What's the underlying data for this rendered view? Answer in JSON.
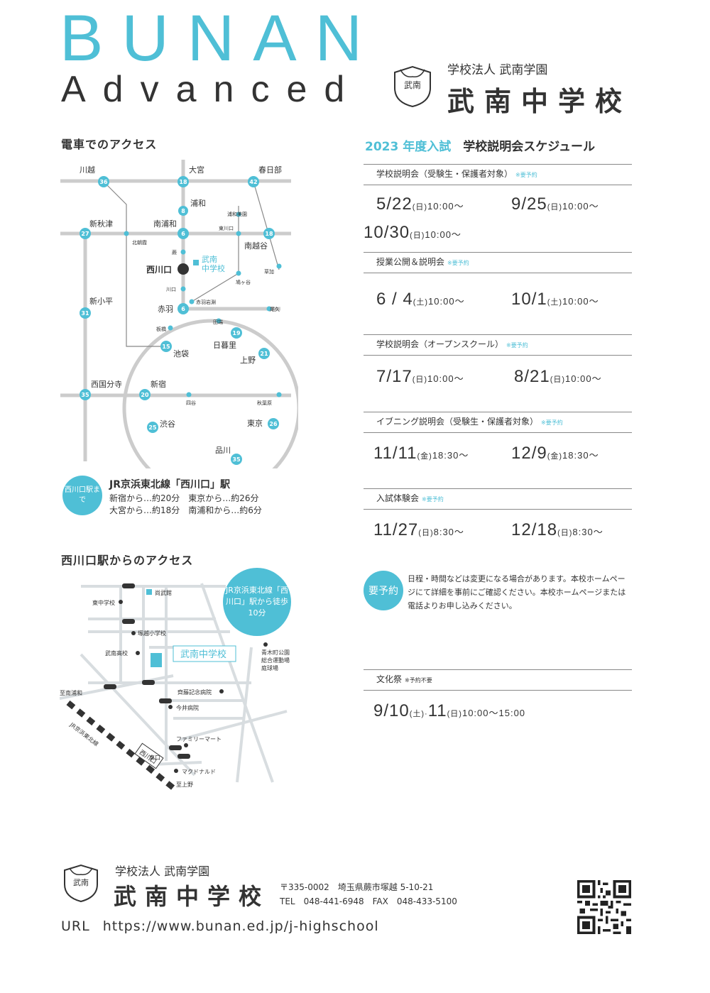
{
  "brand": {
    "line1": "BUNAN",
    "line2": "Advanced",
    "color": "#4fbfd6"
  },
  "school": {
    "sub": "学校法人 武南学園",
    "name": "武南中学校",
    "emblem": "武南"
  },
  "access": {
    "train_title": "電車でのアクセス",
    "stations": {
      "kawagoe": "川越",
      "omiya": "大宮",
      "kasukabe": "春日部",
      "urawa": "浦和",
      "urawamisono": "浦和美園",
      "shinakitsu": "新秋津",
      "kitaasaka": "北朝霞",
      "minamiurawa": "南浦和",
      "higashikawaguchi": "東川口",
      "minamikoshigaya": "南越谷",
      "warabi": "蕨",
      "school1": "武南",
      "school2": "中学校",
      "nishikawaguchi": "西川口",
      "hatogaya": "鳩ヶ谷",
      "soka": "草加",
      "kawaguchi": "川口",
      "akabaneiwabuchi": "赤羽岩淵",
      "shinkodaira": "新小平",
      "akabane": "赤羽",
      "oku": "尾久",
      "tabata": "田端",
      "itabashi": "板橋",
      "nippori": "日暮里",
      "ikebukuro": "池袋",
      "ueno": "上野",
      "nishikokubunji": "西国分寺",
      "shinjuku": "新宿",
      "yotsuya": "四谷",
      "akihabara": "秋葉原",
      "shibuya": "渋谷",
      "tokyo": "東京",
      "shinagawa": "品川"
    },
    "numbers": {
      "n36": "36",
      "n18": "18",
      "n42": "42",
      "n8": "8",
      "n27": "27",
      "n6": "6",
      "n18b": "18",
      "n6b": "6",
      "n31": "31",
      "n19": "19",
      "n15": "15",
      "n21": "21",
      "n35": "35",
      "n20": "20",
      "n25": "25",
      "n26": "26",
      "n35b": "35"
    },
    "badge": "西川口駅まで",
    "line_title": "JR京浜東北線「西川口」駅",
    "times": [
      "新宿から…約20分　東京から…約26分",
      "大宮から…約18分　南浦和から…約6分"
    ],
    "walk_title": "西川口駅からのアクセス",
    "walk_bubble": "JR京浜東北線「西川口」駅から徒歩10分",
    "map_labels": {
      "shobukan": "尚武館",
      "higashi_chu": "東中学校",
      "tsukagoshi": "塚越小学校",
      "bunan_high": "武南高校",
      "bunan_chu": "武南中学校",
      "aoki": "青木町公園",
      "aoki2": "総合運動場",
      "aoki3": "庭球場",
      "to_minamiurawa": "至南浦和",
      "saito": "齊藤記念病院",
      "imai": "今井病院",
      "jr_line": "JR京浜東北線",
      "familymart": "ファミリーマート",
      "east_exit": "東口",
      "nishikawaguchi": "西川口",
      "mcdonalds": "マクドナルド",
      "to_ueno": "至上野"
    }
  },
  "schedule": {
    "year": "2023 年度入試",
    "title": "学校説明会スケジュール",
    "sections": [
      {
        "label": "学校説明会（受験生・保護者対象）",
        "tag": "※要予約",
        "dates": [
          {
            "md": "5/22",
            "dow": "(日)",
            "time": "10:00〜"
          },
          {
            "md": "9/25",
            "dow": "(日)",
            "time": "10:00〜"
          },
          {
            "md": "10/30",
            "dow": "(日)",
            "time": "10:00〜"
          }
        ]
      },
      {
        "label": "授業公開＆説明会",
        "tag": "※要予約",
        "dates": [
          {
            "md": "6 / 4",
            "dow": "(土)",
            "time": "10:00〜"
          },
          {
            "md": "10/1",
            "dow": "(土)",
            "time": "10:00〜"
          }
        ]
      },
      {
        "label": "学校説明会（オープンスクール）",
        "tag": "※要予約",
        "dates": [
          {
            "md": "7/17",
            "dow": "(日)",
            "time": "10:00〜"
          },
          {
            "md": "8/21",
            "dow": "(日)",
            "time": "10:00〜"
          }
        ]
      },
      {
        "label": "イブニング説明会（受験生・保護者対象）",
        "tag": "※要予約",
        "dates": [
          {
            "md": "11/11",
            "dow": "(金)",
            "time": "18:30〜"
          },
          {
            "md": "12/9",
            "dow": "(金)",
            "time": "18:30〜"
          }
        ]
      },
      {
        "label": "入試体験会",
        "tag": "※要予約",
        "dates": [
          {
            "md": "11/27",
            "dow": "(日)",
            "time": "8:30〜"
          },
          {
            "md": "12/18",
            "dow": "(日)",
            "time": "8:30〜"
          }
        ]
      }
    ],
    "reserve_badge": "要予約",
    "note": "日程・時間などは変更になる場合があります。本校ホームページにて詳細を事前にご確認ください。本校ホームページまたは電話よりお申し込みください。",
    "festival": {
      "label": "文化祭",
      "tag": "※予約不要",
      "md": "9/10",
      "dow1": "(土)",
      "sep": "·",
      "md2": "11",
      "dow2": "(日)",
      "time": "10:00〜15:00"
    }
  },
  "footer": {
    "sub": "学校法人 武南学園",
    "name": "武南中学校",
    "emblem": "武南",
    "address": "〒335-0002　埼玉県蕨市塚越 5-10-21",
    "tel": "TEL　048-441-6948　FAX　048-433-5100",
    "url_label": "URL",
    "url": "https://www.bunan.ed.jp/j-highschool"
  }
}
